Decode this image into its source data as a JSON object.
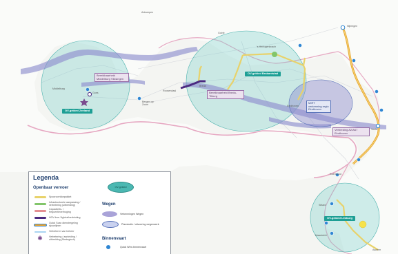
{
  "regions": {
    "zeeland": "OV-gebied Zeeland",
    "brabantstad": "OV-gebied Brabantstad",
    "limburg": "OV-gebied Limburg"
  },
  "places": {
    "antwerpen": "Antwerpen",
    "goirle": "Goirle",
    "nijmegen": "Nijmegen",
    "middelburg": "Middelburg",
    "goes": "Goes",
    "bergen": "Bergen op Zoom",
    "roosendaal": "Roosendaal",
    "breda": "Breda",
    "tilburg": "Tilburg",
    "s_hertogenbosch": "'s-Hertogenbosch",
    "eindhoven": "Eindhoven",
    "venlo": "Venlo",
    "roermond": "Roermond",
    "sittard": "Sittard",
    "maastricht": "Maastricht",
    "aachen": "Aachen"
  },
  "notes": {
    "zeeland_note": "Bereikbaarheid Middelburg Vlissingen",
    "breda_note": "Bereikbaarheid Breda-Tilburg",
    "mirt_note": "MIRT verkenning regio Eindhoven",
    "a2_note": "Verbreding A2/A67 Eindhoven"
  },
  "legend": {
    "title": "Legenda",
    "ov_header": "Openbaar vervoer",
    "ov_items": [
      "Spoorcorridorpakket",
      "Infrastructurele aanpassing / verbetering (uitbreiding)",
      "Capaciteits- / frequentieverhoging",
      "HOV-bus / lightrailverbinding",
      "Quick Scan dienstregeling spoorlijnen",
      "Verbeteren van beheer",
      "Verbetering / aanleiding / uitbreiding (Strategisch)"
    ],
    "ov_gebied": "OV-gebied",
    "wegen_header": "Wegen",
    "wegen_items": [
      "Verkenningen Wegen",
      "Planstudie / uitvoering wegenwerk"
    ],
    "binnenvaart_header": "Binnenvaart",
    "binnenvaart_items": [
      "Quick Wins binnenvaart"
    ]
  },
  "colors": {
    "sea": "#f4f5f2",
    "land": "#ffffff",
    "border": "#e6a8c2",
    "ov_gebied": "#5cc6c2",
    "rail": "#e8d26a",
    "rail_upgrade": "#82c56a",
    "capacity": "#e48f93",
    "hov": "#4b2a80",
    "quickscan": "#f2a52b",
    "wegen": "#8f8fce",
    "binnenvaart": "#2f86d3"
  }
}
